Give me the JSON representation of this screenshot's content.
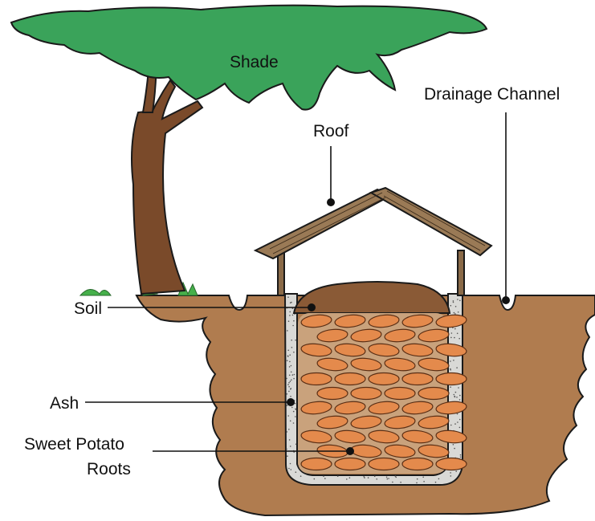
{
  "labels": {
    "shade": "Shade",
    "drainage": "Drainage Channel",
    "roof": "Roof",
    "soil": "Soil",
    "ash": "Ash",
    "sweet_potato_line1": "Sweet Potato",
    "sweet_potato_line2": "Roots"
  },
  "colors": {
    "canopy": "#3aa35a",
    "trunk": "#7a4a2a",
    "ground": "#b07c4f",
    "thatch": "#8a6a48",
    "soil_top": "#8a5a36",
    "ash": "#d9d9d6",
    "potato": "#e48a4c",
    "grass": "#45b04a"
  },
  "icons": [
    "tree-icon",
    "thatch-roof-icon",
    "storage-pit-icon"
  ]
}
